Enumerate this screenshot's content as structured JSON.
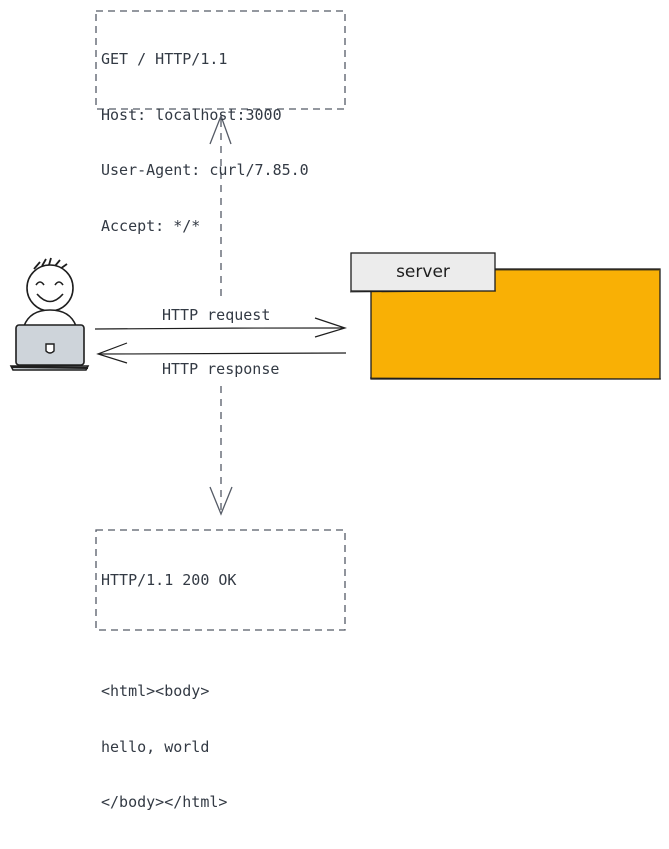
{
  "request_note": {
    "lines": [
      "GET / HTTP/1.1",
      "Host: localhost:3000",
      "User-Agent: curl/7.85.0",
      "Accept: */*"
    ]
  },
  "response_note": {
    "lines": [
      "HTTP/1.1 200 OK",
      "",
      "<html><body>",
      "hello, world",
      "</body></html>"
    ]
  },
  "arrows": {
    "request_label": "HTTP request",
    "response_label": "HTTP response"
  },
  "server": {
    "tab_label": "server",
    "color": "#f9b005",
    "tab_color": "#ececec"
  },
  "client": {
    "figure": "smiling-person-icon",
    "device": "laptop-icon",
    "device_color": "#ced4da"
  },
  "colors": {
    "stroke": "#1e1e1e",
    "dashed": "#555b66",
    "text": "#333a44"
  }
}
